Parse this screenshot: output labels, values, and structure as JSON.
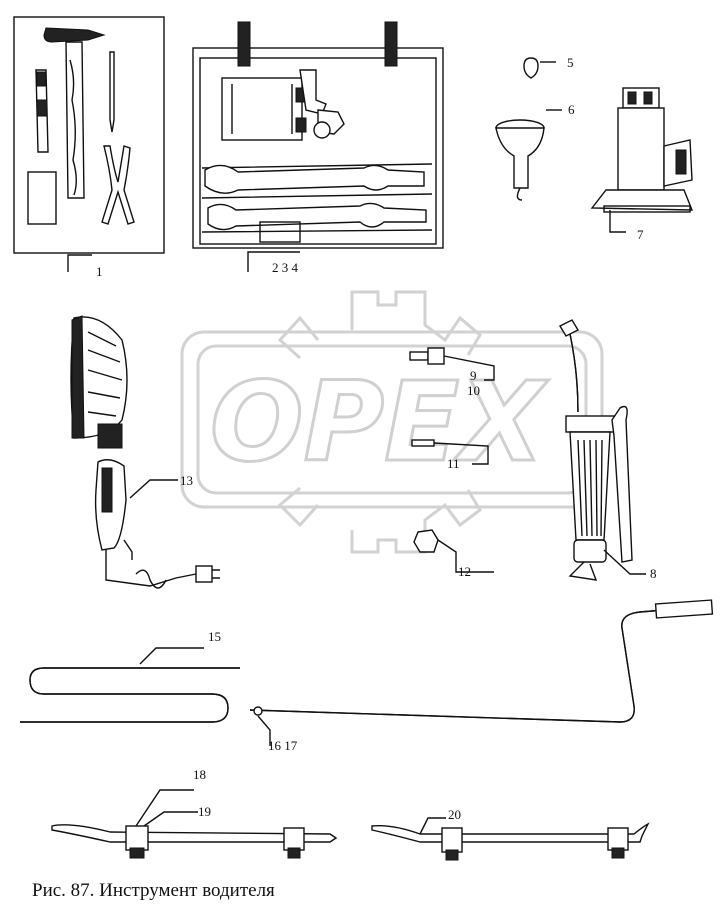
{
  "watermark": {
    "text": "OPEX"
  },
  "labels": {
    "l1": "1",
    "l234": "2  3  4",
    "l5": "5",
    "l6": "6",
    "l7": "7",
    "l8": "8",
    "l9": "9",
    "l10": "10",
    "l11": "11",
    "l12": "12",
    "l13": "13",
    "l15": "15",
    "l1617": "16 17",
    "l18": "18",
    "l19": "19",
    "l20": "20"
  },
  "caption": "Рис. 87. Инструмент водителя"
}
